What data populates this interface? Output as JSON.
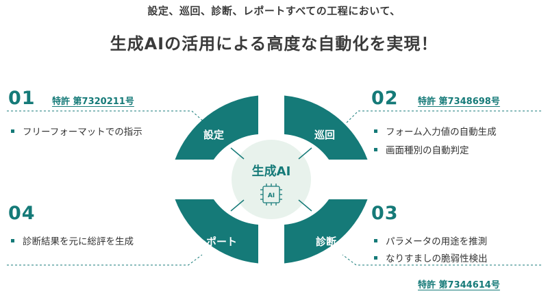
{
  "header": {
    "subtitle": "設定、巡回、診断、レポートすべての工程において、",
    "title": "生成AIの活用による高度な自動化を実現！"
  },
  "sections": [
    {
      "number": "01",
      "patent": "特許 第7320211号",
      "items": [
        "フリーフォーマットでの指示"
      ]
    },
    {
      "number": "02",
      "patent": "特許 第7348698号",
      "items": [
        "フォーム入力値の自動生成",
        "画面種別の自動判定"
      ]
    },
    {
      "number": "03",
      "patent": "特許 第7344614号",
      "items": [
        "パラメータの用途を推測",
        "なりすましの脆弱性検出"
      ]
    },
    {
      "number": "04",
      "patent": "",
      "items": [
        "診断結果を元に総評を生成"
      ]
    }
  ],
  "diagram": {
    "center_label": "生成AI",
    "chip_label": "AI",
    "chip_icon": "ai-chip-icon",
    "segments": [
      "設定",
      "巡回",
      "診断",
      "レポート"
    ]
  },
  "colors": {
    "teal": "#157a78",
    "center_fill": "#e8f2ec",
    "text": "#3a3a3a"
  }
}
